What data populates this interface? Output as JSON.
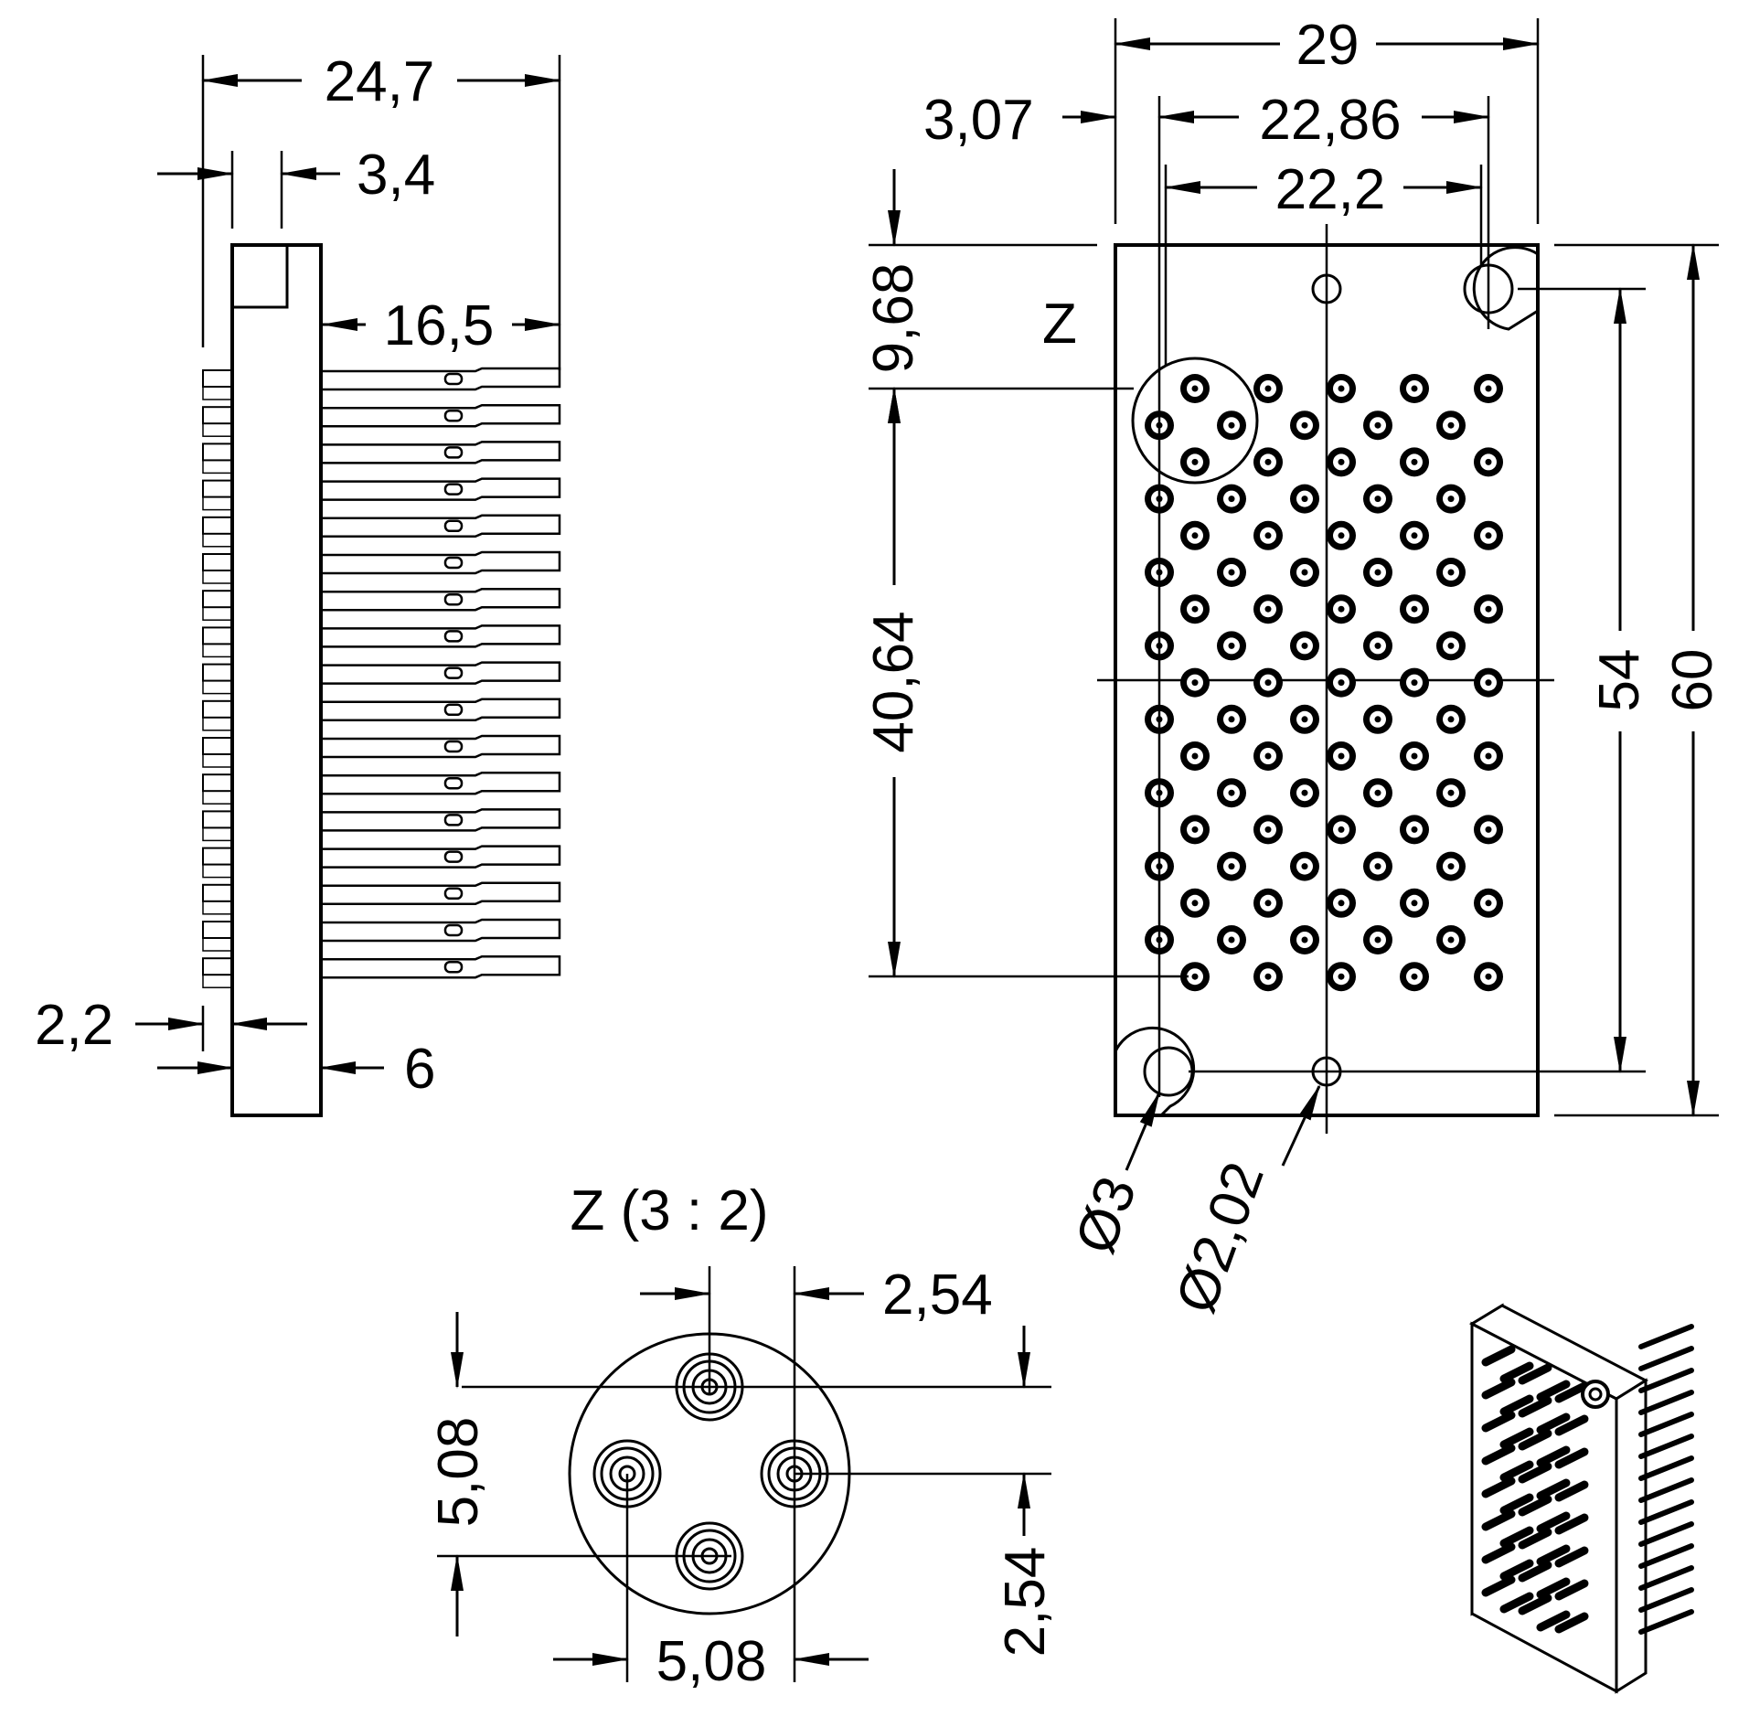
{
  "side_view": {
    "dim_overall_width": "24,7",
    "dim_flange": "3,4",
    "dim_pin_length": "16,5",
    "dim_pin_offset": "2,2",
    "dim_body": "6"
  },
  "front_view": {
    "dim_width": "29",
    "dim_edge_offset": "3,07",
    "dim_pitch_outer": "22,86",
    "dim_hole_spacing": "22,2",
    "dim_top_offset": "9,68",
    "dim_pin_field_height": "40,64",
    "dim_hole_vertical": "54",
    "dim_height": "60",
    "dim_hole_large": "Ø3",
    "dim_hole_small": "Ø2,02",
    "detail_marker": "Z"
  },
  "detail_view": {
    "title": "Z (3 : 2)",
    "dim_top_pitch": "2,54",
    "dim_left_vertical": "5,08",
    "dim_right_vertical": "2,54",
    "dim_bottom_horizontal": "5,08"
  },
  "colors": {
    "line": "#000000",
    "background": "#ffffff"
  }
}
